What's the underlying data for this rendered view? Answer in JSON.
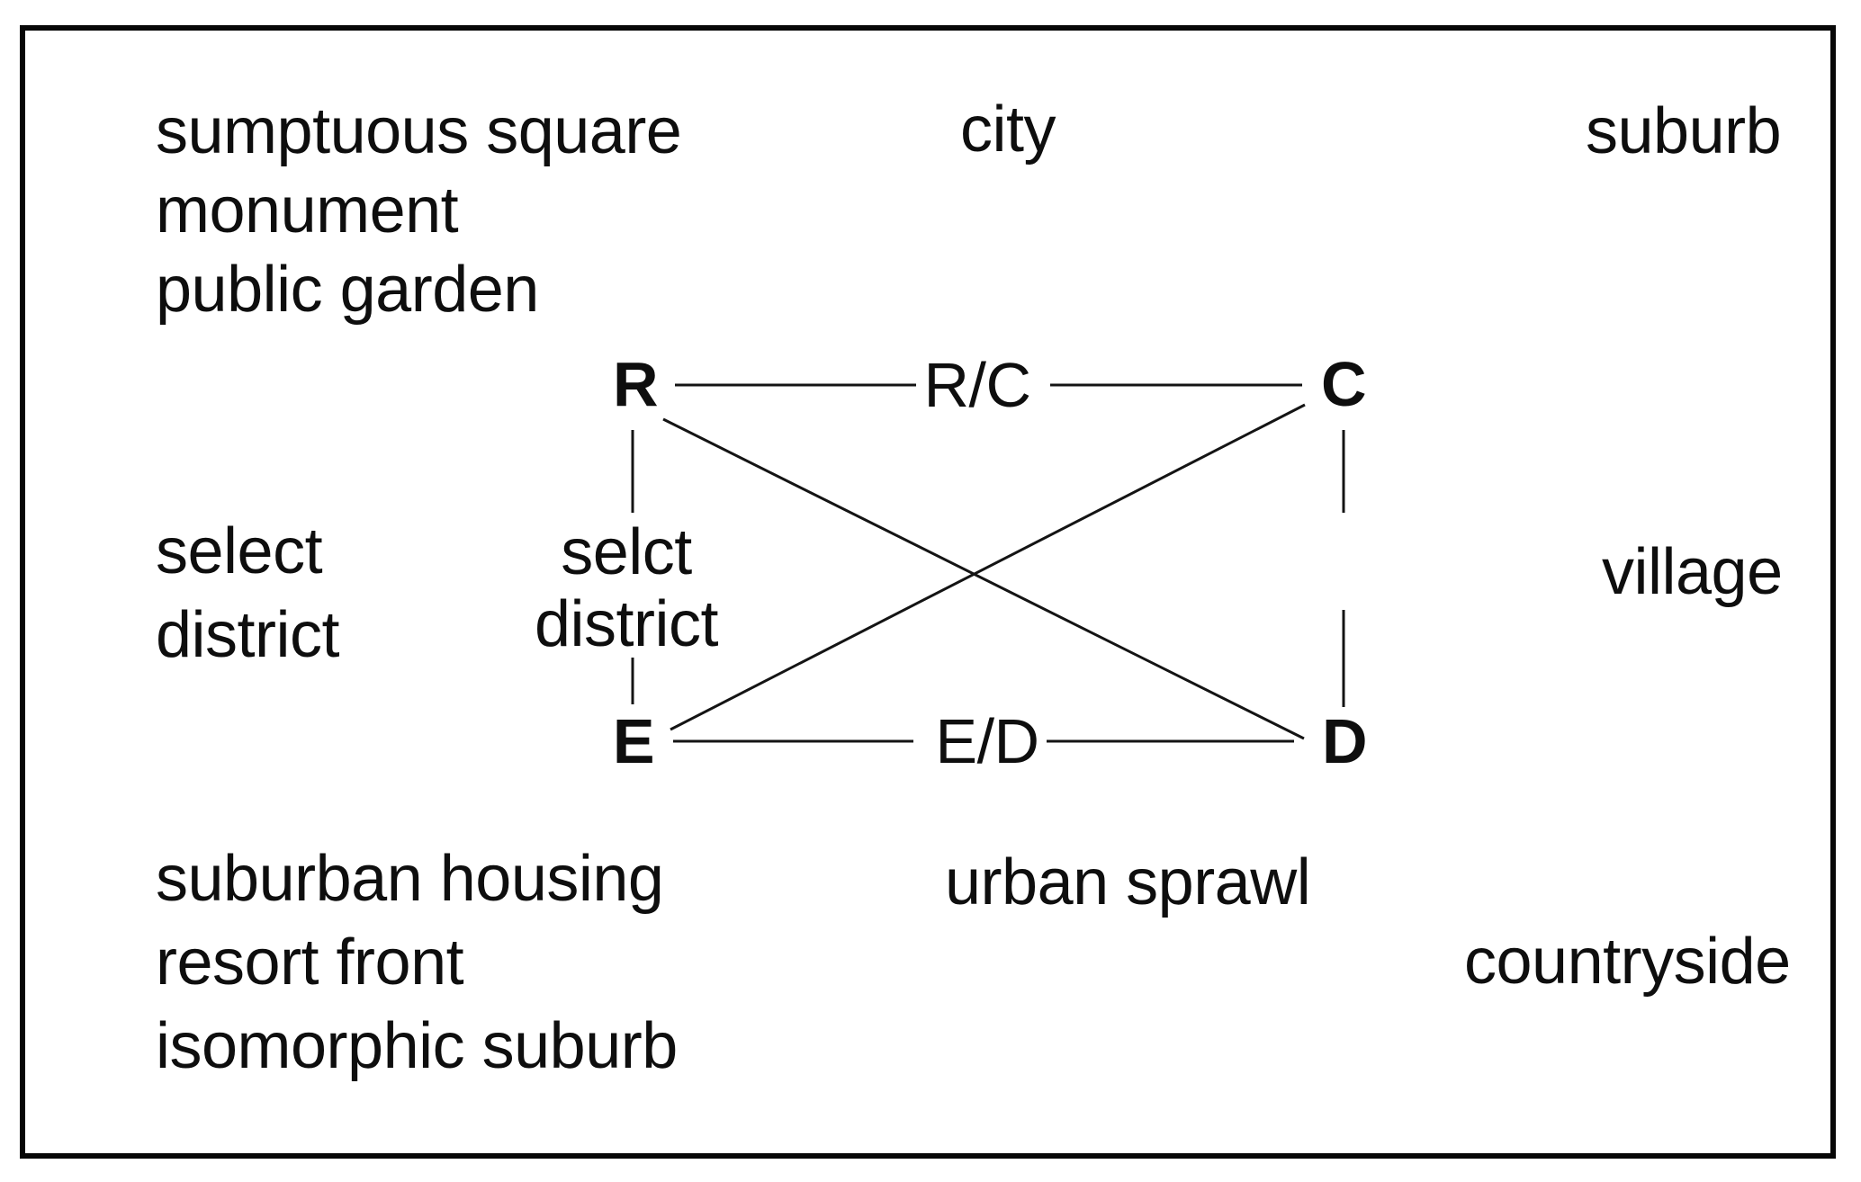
{
  "page": {
    "background": "#ffffff",
    "ink": "#0e0e0e",
    "frame_border": "#070707"
  },
  "context_labels": {
    "top_left_lines": [
      "sumptuous square",
      "monument",
      "public garden"
    ],
    "city": "city",
    "suburb": "suburb",
    "select_district_lines": [
      "select",
      "district"
    ],
    "village": "village",
    "bottom_left_lines": [
      "suburban housing",
      "resort front",
      "isomorphic suburb"
    ],
    "urban_sprawl": "urban sprawl",
    "countryside": "countryside"
  },
  "semiotic_square": {
    "node_top_left": "R",
    "node_top_right": "C",
    "node_bottom_left": "E",
    "node_bottom_right": "D",
    "edge_label_top": "R/C",
    "edge_label_bottom": "E/D",
    "left_edge_label_lines": [
      "selct",
      "district"
    ],
    "edges": [
      "R - R/C - C (top horizontal)",
      "E - E/D - D (bottom horizontal)",
      "R - selct district - E (left vertical, broken)",
      "C - D (right vertical, broken)",
      "R - D (diagonal)",
      "E - C (diagonal)"
    ]
  }
}
